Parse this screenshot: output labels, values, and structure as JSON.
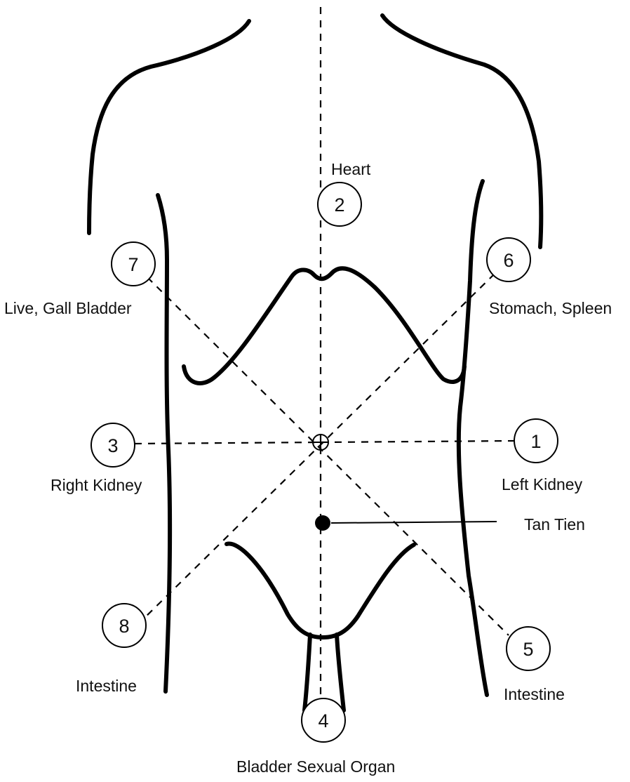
{
  "diagram": {
    "center_marker": "circle-cross",
    "tan_tien_marker": "filled-dot",
    "points": [
      {
        "number": "1",
        "label": "Left Kidney"
      },
      {
        "number": "2",
        "label": "Heart"
      },
      {
        "number": "3",
        "label": "Right Kidney"
      },
      {
        "number": "4",
        "label": "Bladder Sexual Organ"
      },
      {
        "number": "5",
        "label": "Intestine"
      },
      {
        "number": "6",
        "label": "Stomach, Spleen"
      },
      {
        "number": "7",
        "label": "Live, Gall Bladder"
      },
      {
        "number": "8",
        "label": "Intestine"
      }
    ],
    "tan_tien_label": "Tan Tien"
  }
}
